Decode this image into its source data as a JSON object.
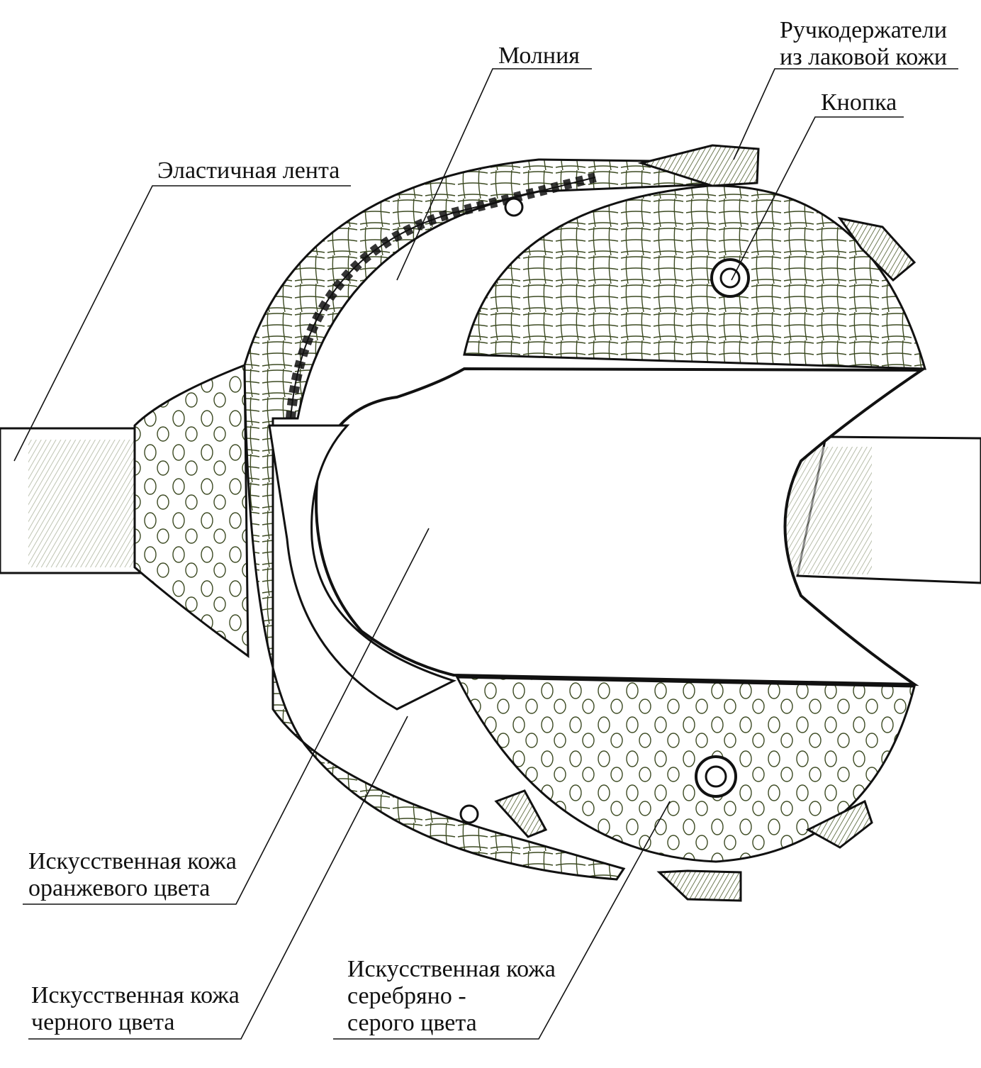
{
  "labels": {
    "elastic_band": "Эластичная лента",
    "zipper": "Молния",
    "handle_holders": [
      "Ручкодержатели",
      "из лаковой кожи"
    ],
    "button": "Кнопка",
    "orange_leather": [
      "Искусственная кожа",
      "оранжевого цвета"
    ],
    "black_leather": [
      "Искусственная кожа",
      "черного цвета"
    ],
    "silver_leather": [
      "Искусственная кожа",
      "серебряно -",
      "серого цвета"
    ]
  },
  "colors": {
    "ink": "#111111",
    "sketch_tint": "#2f3a1c",
    "hatch": "#556b2f",
    "paper": "#ffffff"
  }
}
